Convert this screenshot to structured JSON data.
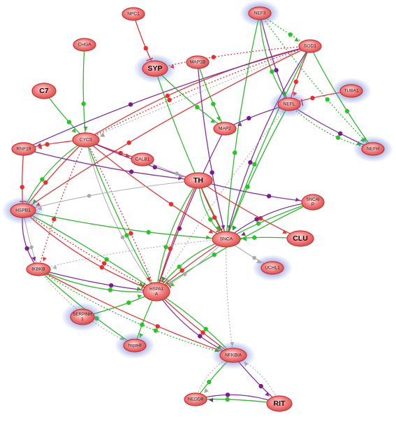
{
  "colors": {
    "node_fill": "#f07a7a",
    "node_stroke": "#c83232",
    "highlight_glow": "#6f86d8",
    "edge_red": "#e0262b",
    "edge_green": "#1fb31f",
    "edge_purple": "#7a2094",
    "edge_gray": "#a9a9a9",
    "dot_red": "#ee2c2c",
    "dot_green": "#27c527",
    "dot_purple": "#7d1b8e"
  },
  "nodes": [
    {
      "id": "NPC1",
      "label": "NPC1",
      "highlight": false,
      "big": false
    },
    {
      "id": "NEF3",
      "label": "NEF3",
      "highlight": true,
      "big": false
    },
    {
      "id": "SOD1",
      "label": "SOD1",
      "highlight": false,
      "big": false
    },
    {
      "id": "CHGA",
      "label": "CHGA",
      "highlight": false,
      "big": false
    },
    {
      "id": "SYP",
      "label": "SYP",
      "highlight": true,
      "big": true
    },
    {
      "id": "MAP1B",
      "label": "MAP1B",
      "highlight": false,
      "big": false
    },
    {
      "id": "TUBA1",
      "label": "TUBA1",
      "highlight": true,
      "big": false
    },
    {
      "id": "C7",
      "label": "C7",
      "highlight": false,
      "big": true
    },
    {
      "id": "NEFL",
      "label": "NEFL",
      "highlight": true,
      "big": false
    },
    {
      "id": "MAP2",
      "label": "MAP2",
      "highlight": false,
      "big": false
    },
    {
      "id": "CYCS",
      "label": "CYCS",
      "highlight": false,
      "big": false
    },
    {
      "id": "RNF19",
      "label": "RNF19",
      "highlight": false,
      "big": false
    },
    {
      "id": "CALB1",
      "label": "CALB1",
      "highlight": false,
      "big": false
    },
    {
      "id": "NEFH",
      "label": "NEFH",
      "highlight": true,
      "big": false
    },
    {
      "id": "TH",
      "label": "TH",
      "highlight": false,
      "big": true
    },
    {
      "id": "HSPB1",
      "label": "HSPB1",
      "highlight": true,
      "big": false
    },
    {
      "id": "SNCAIP",
      "label": "SNCAI\nP",
      "highlight": false,
      "big": false
    },
    {
      "id": "SNCA",
      "label": "SNCA",
      "highlight": false,
      "big": false
    },
    {
      "id": "CLU",
      "label": "CLU",
      "highlight": false,
      "big": true
    },
    {
      "id": "IKBKB",
      "label": "IKBKB",
      "highlight": false,
      "big": false
    },
    {
      "id": "UCHL1",
      "label": "UCHL1",
      "highlight": true,
      "big": false
    },
    {
      "id": "HSPA1A",
      "label": "HSPA1\nA",
      "highlight": false,
      "big": false
    },
    {
      "id": "SERPINH1",
      "label": "SERPINH\n1",
      "highlight": true,
      "big": false
    },
    {
      "id": "hspa4l",
      "label": "hspa4l",
      "highlight": true,
      "big": false
    },
    {
      "id": "NFKBIA",
      "label": "NFKBIA",
      "highlight": true,
      "big": false
    },
    {
      "id": "RIT",
      "label": "RIT",
      "highlight": false,
      "big": true
    },
    {
      "id": "NEDD8",
      "label": "NEDD8",
      "highlight": false,
      "big": false
    }
  ],
  "edges": [
    [
      "NPC1",
      "SYP",
      "red",
      "solid"
    ],
    [
      "CHGA",
      "CYCS",
      "green",
      "solid"
    ],
    [
      "C7",
      "CYCS",
      "green",
      "solid"
    ],
    [
      "NEF3",
      "NEFL",
      "purple",
      "solid"
    ],
    [
      "NEF3",
      "NEFL",
      "green",
      "solid"
    ],
    [
      "NEF3",
      "NEFH",
      "green",
      "dotted"
    ],
    [
      "NEF3",
      "SNCA",
      "green",
      "solid"
    ],
    [
      "NEF3",
      "SOD1",
      "green",
      "dotted"
    ],
    [
      "SOD1",
      "NEFL",
      "red",
      "solid"
    ],
    [
      "SOD1",
      "NEFH",
      "green",
      "solid"
    ],
    [
      "SOD1",
      "CYCS",
      "red",
      "dotted"
    ],
    [
      "SOD1",
      "CYCS",
      "red",
      "solid"
    ],
    [
      "SOD1",
      "RNF19",
      "purple",
      "solid"
    ],
    [
      "SOD1",
      "SYP",
      "red",
      "dotted"
    ],
    [
      "SOD1",
      "SNCA",
      "green",
      "solid"
    ],
    [
      "SOD1",
      "SNCA",
      "purple",
      "solid"
    ],
    [
      "SOD1",
      "HSPB1",
      "red",
      "solid"
    ],
    [
      "SOD1",
      "CYCS",
      "gray",
      "dotted"
    ],
    [
      "TUBA1",
      "NEFL",
      "red",
      "solid"
    ],
    [
      "NEFL",
      "NEFH",
      "purple",
      "solid"
    ],
    [
      "NEFL",
      "NEFH",
      "green",
      "dotted"
    ],
    [
      "NEFL",
      "MAP2",
      "purple",
      "solid"
    ],
    [
      "NEFL",
      "SNCA",
      "green",
      "solid"
    ],
    [
      "NEFL",
      "HSPA1A",
      "gray",
      "dotted"
    ],
    [
      "MAP1B",
      "MAP2",
      "green",
      "solid"
    ],
    [
      "MAP1B",
      "SNCA",
      "purple",
      "solid"
    ],
    [
      "SYP",
      "MAP2",
      "green",
      "solid"
    ],
    [
      "SYP",
      "SNCA",
      "green",
      "solid"
    ],
    [
      "MAP2",
      "HSPA1A",
      "purple",
      "solid"
    ],
    [
      "CYCS",
      "CALB1",
      "red",
      "solid"
    ],
    [
      "CYCS",
      "TH",
      "purple",
      "solid"
    ],
    [
      "CYCS",
      "HSPA1A",
      "green",
      "solid"
    ],
    [
      "CYCS",
      "HSPA1A",
      "gray",
      "solid"
    ],
    [
      "CYCS",
      "HSPA1A",
      "red",
      "dotted"
    ],
    [
      "CYCS",
      "SNCA",
      "red",
      "solid"
    ],
    [
      "CYCS",
      "HSPB1",
      "red",
      "solid"
    ],
    [
      "CYCS",
      "HSPB1",
      "green",
      "solid"
    ],
    [
      "CYCS",
      "IKBKB",
      "red",
      "dotted"
    ],
    [
      "CYCS",
      "RNF19",
      "red",
      "solid"
    ],
    [
      "RNF19",
      "HSPB1",
      "red",
      "solid"
    ],
    [
      "RNF19",
      "TH",
      "purple",
      "solid"
    ],
    [
      "CALB1",
      "TH",
      "gray",
      "solid"
    ],
    [
      "TH",
      "SNCA",
      "red",
      "solid"
    ],
    [
      "TH",
      "SNCA",
      "green",
      "solid"
    ],
    [
      "TH",
      "SNCAIP",
      "purple",
      "solid"
    ],
    [
      "TH",
      "HSPA1A",
      "red",
      "solid"
    ],
    [
      "TH",
      "CLU",
      "red",
      "solid"
    ],
    [
      "TH",
      "HSPB1",
      "gray",
      "solid"
    ],
    [
      "TH",
      "HSPA1A",
      "green",
      "solid"
    ],
    [
      "SNCAIP",
      "SNCA",
      "green",
      "solid"
    ],
    [
      "SNCAIP",
      "SNCA",
      "purple",
      "solid"
    ],
    [
      "SNCAIP",
      "HSPA1A",
      "green",
      "solid"
    ],
    [
      "CLU",
      "SNCA",
      "green",
      "solid"
    ],
    [
      "SNCA",
      "UCHL1",
      "gray",
      "solid"
    ],
    [
      "SNCA",
      "HSPA1A",
      "red",
      "solid"
    ],
    [
      "SNCA",
      "HSPA1A",
      "green",
      "solid"
    ],
    [
      "SNCA",
      "HSPA1A",
      "gray",
      "solid"
    ],
    [
      "SNCA",
      "IKBKB",
      "gray",
      "dotted"
    ],
    [
      "SNCA",
      "NFKBIA",
      "gray",
      "dotted"
    ],
    [
      "HSPB1",
      "HSPA1A",
      "red",
      "dotted"
    ],
    [
      "HSPB1",
      "HSPA1A",
      "red",
      "solid"
    ],
    [
      "HSPB1",
      "HSPA1A",
      "green",
      "solid"
    ],
    [
      "HSPB1",
      "IKBKB",
      "gray",
      "solid"
    ],
    [
      "HSPB1",
      "IKBKB",
      "purple",
      "solid"
    ],
    [
      "HSPB1",
      "SNCA",
      "green",
      "solid"
    ],
    [
      "IKBKB",
      "HSPA1A",
      "purple",
      "solid"
    ],
    [
      "IKBKB",
      "HSPA1A",
      "green",
      "solid"
    ],
    [
      "IKBKB",
      "NFKBIA",
      "red",
      "solid"
    ],
    [
      "IKBKB",
      "NFKBIA",
      "green",
      "dotted"
    ],
    [
      "IKBKB",
      "hspa4l",
      "green",
      "solid"
    ],
    [
      "IKBKB",
      "hspa4l",
      "gray",
      "dotted"
    ],
    [
      "SERPINH1",
      "HSPA1A",
      "green",
      "solid"
    ],
    [
      "HSPA1A",
      "hspa4l",
      "green",
      "solid"
    ],
    [
      "HSPA1A",
      "NFKBIA",
      "red",
      "solid"
    ],
    [
      "HSPA1A",
      "NFKBIA",
      "purple",
      "solid"
    ],
    [
      "HSPA1A",
      "NFKBIA",
      "green",
      "solid"
    ],
    [
      "NFKBIA",
      "NEDD8",
      "green",
      "solid"
    ],
    [
      "NFKBIA",
      "RIT",
      "purple",
      "solid"
    ],
    [
      "NFKBIA",
      "NEDD8",
      "gray",
      "dotted"
    ],
    [
      "RIT",
      "NEDD8",
      "green",
      "solid"
    ],
    [
      "RIT",
      "NEDD8",
      "purple",
      "solid"
    ],
    [
      "RIT",
      "NFKBIA",
      "gray",
      "dotted"
    ]
  ]
}
